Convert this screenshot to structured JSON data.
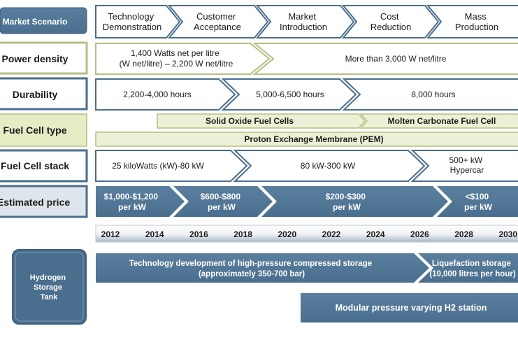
{
  "colors": {
    "dark_blue": "#4a6e8e",
    "mid_blue": "#5f82a0",
    "green_fill": "#ecf0d6",
    "green_border": "#b3bf83",
    "label_green": "#e6ecc4",
    "white": "#ffffff",
    "text_dark": "#1b1b1b"
  },
  "rows": {
    "market_scenario": {
      "label": "Market Scenario",
      "stages": [
        "Technology\nDemonstration",
        "Customer\nAcceptance",
        "Market\nIntroduction",
        "Cost\nReduction",
        "Mass\nProduction"
      ]
    },
    "power_density": {
      "label": "Power density",
      "segments": [
        "1,400 Watts net per litre\n(W net/litre) – 2,200 W net/litre",
        "More than 3,000 W net/litre"
      ]
    },
    "durability": {
      "label": "Durability",
      "segments": [
        "2,200-4,000 hours",
        "5,000-6,500 hours",
        "8,000 hours"
      ]
    },
    "fuel_cell_type": {
      "label": "Fuel Cell type",
      "segments": [
        "Solid Oxide Fuel Cells",
        "Molten Carbonate Fuel Cell",
        "Proton Exchange Membrane (PEM)"
      ]
    },
    "fuel_cell_stack": {
      "label": "Fuel Cell stack",
      "segments": [
        "25 kiloWatts (kW)-80 kW",
        "80 kW-300 kW",
        "500+ kW\nHypercar"
      ]
    },
    "estimated_price": {
      "label": "Estimated price",
      "segments": [
        "$1,000-$1,200\nper kW",
        "$600-$800\nper kW",
        "$200-$300\nper kW",
        "<$100\nper kW"
      ]
    }
  },
  "years": [
    "2012",
    "2014",
    "2016",
    "2018",
    "2020",
    "2022",
    "2024",
    "2026",
    "2028",
    "2030"
  ],
  "hydrogen_storage": {
    "label": "Hydrogen\nStorage\nTank",
    "segments": [
      "Technology development of high-pressure compressed storage\n(approximately 350-700 bar)",
      "Liquefaction storage\n(10,000 litres per hour)",
      "Modular pressure varying H2 station"
    ]
  }
}
